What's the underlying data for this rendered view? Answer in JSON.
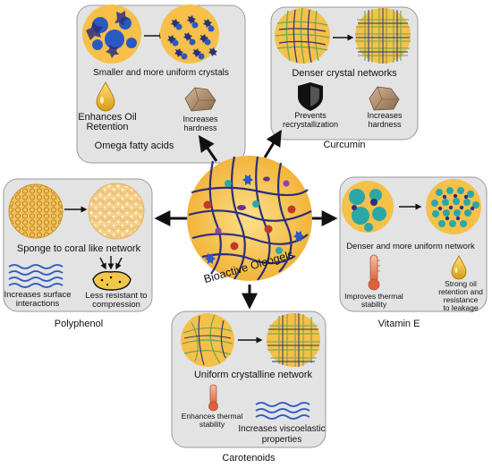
{
  "center": {
    "label": "Bioactive Oleogels"
  },
  "panels": {
    "omega": {
      "caption": "Omega fatty acids",
      "effect": "Smaller and more uniform crystals",
      "left_label": [
        "Enhances Oil",
        "Retention"
      ],
      "right_label": [
        "Increases",
        "hardness"
      ]
    },
    "curcumin": {
      "caption": "Curcumin",
      "effect": "Denser crystal networks",
      "left_label": [
        "Prevents",
        "recrystallization"
      ],
      "right_label": [
        "Increases",
        "hardness"
      ]
    },
    "polyphenol": {
      "caption": "Polyphenol",
      "effect": "Sponge to coral like network",
      "left_label": [
        "Increases surface",
        "interactions"
      ],
      "right_label": [
        "Less resistant to",
        "compression"
      ]
    },
    "vitamin_e": {
      "caption": "Vitamin E",
      "effect": "Denser and more uniform network",
      "left_label": [
        "Improves thermal",
        "stability"
      ],
      "right_label": [
        "Strong oil",
        "retention and",
        "resistance",
        "to leakage"
      ]
    },
    "carotenoids": {
      "caption": "Carotenoids",
      "effect": "Uniform crystalline network",
      "left_label": [
        "Enhances thermal",
        "stability"
      ],
      "right_label": [
        "Increases viscoelastic",
        "properties"
      ]
    }
  },
  "colors": {
    "panel_bg": "#e3e3e3",
    "panel_border": "#9a9a9a",
    "oil": "#f6c04a",
    "network": "#2c2f7c",
    "green_line": "#6aa84f",
    "teal": "#2aa7a7",
    "blue": "#2b59c3"
  },
  "icons": [
    "oil-drop-icon",
    "rock-icon",
    "shield-icon",
    "thermometer-icon",
    "waves-icon",
    "sponge-icon",
    "arrow-icon"
  ]
}
